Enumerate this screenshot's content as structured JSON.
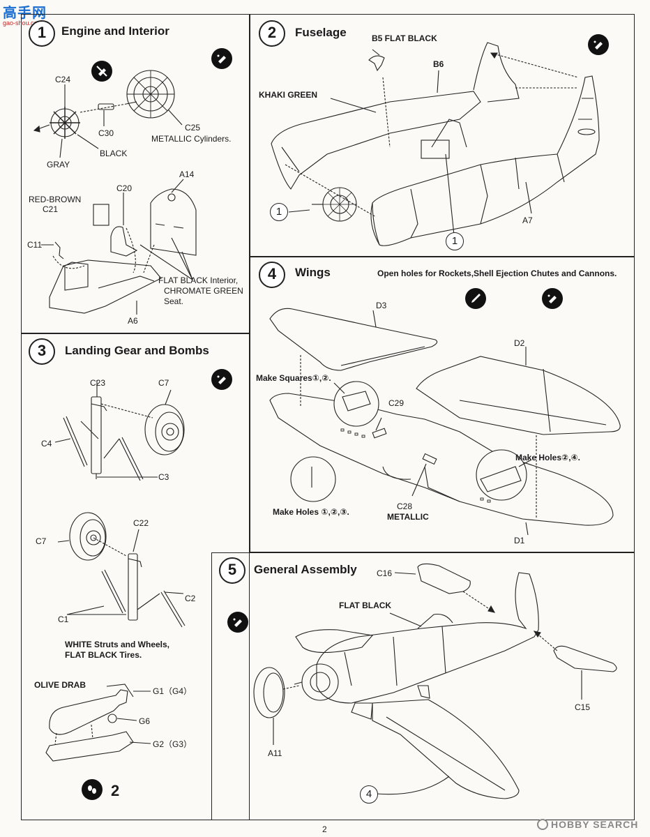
{
  "watermark_top": "高手网",
  "watermark_url": "gao-shou.com",
  "page_number": "2",
  "footer_brand": "HOBBY SEARCH",
  "step1": {
    "number": "1",
    "title": "Engine and Interior",
    "labels": {
      "c24": "C24",
      "c30": "C30",
      "c25": "C25",
      "metallic": "METALLIC Cylinders.",
      "black": "BLACK",
      "gray": "GRAY",
      "a14": "A14",
      "c20": "C20",
      "redbrown": "RED-BROWN",
      "c21": "C21",
      "c11": "C11",
      "flat1": "FLAT BLACK Interior,",
      "flat2": "CHROMATE GREEN",
      "flat3": "Seat.",
      "a6": "A6"
    }
  },
  "step2": {
    "number": "2",
    "title": "Fuselage",
    "labels": {
      "b5": "B5  FLAT BLACK",
      "b6": "B6",
      "khaki": "KHAKI GREEN",
      "a7": "A7",
      "ref1": "1",
      "ref2": "1"
    }
  },
  "step3": {
    "number": "3",
    "title": "Landing Gear and Bombs",
    "labels": {
      "c23": "C23",
      "c7a": "C7",
      "c4": "C4",
      "c3": "C3",
      "c22": "C22",
      "c7b": "C7",
      "c2": "C2",
      "c1": "C1",
      "white1": "WHITE Struts and Wheels,",
      "white2": "FLAT BLACK Tires.",
      "olive": "OLIVE DRAB",
      "g1": "G1（G4）",
      "g6": "G6",
      "g2": "G2（G3）",
      "count": "2"
    }
  },
  "step4": {
    "number": "4",
    "title": "Wings",
    "note": "Open holes for Rockets,Shell Ejection Chutes and Cannons.",
    "labels": {
      "d3": "D3",
      "d2": "D2",
      "d1": "D1",
      "squares": "Make Squares①,②.",
      "c29": "C29",
      "holes24": "Make Holes②,④.",
      "holes123": "Make Holes ①,②,③.",
      "c28": "C28",
      "metallic": "METALLIC"
    }
  },
  "step5": {
    "number": "5",
    "title": "General Assembly",
    "labels": {
      "c16": "C16",
      "flat": "FLAT BLACK",
      "a11": "A11",
      "c15": "C15",
      "ref4": "4"
    }
  },
  "icons": [
    "glue-icon",
    "no-glue-icon",
    "drill-icon",
    "bomb-pair-icon"
  ]
}
